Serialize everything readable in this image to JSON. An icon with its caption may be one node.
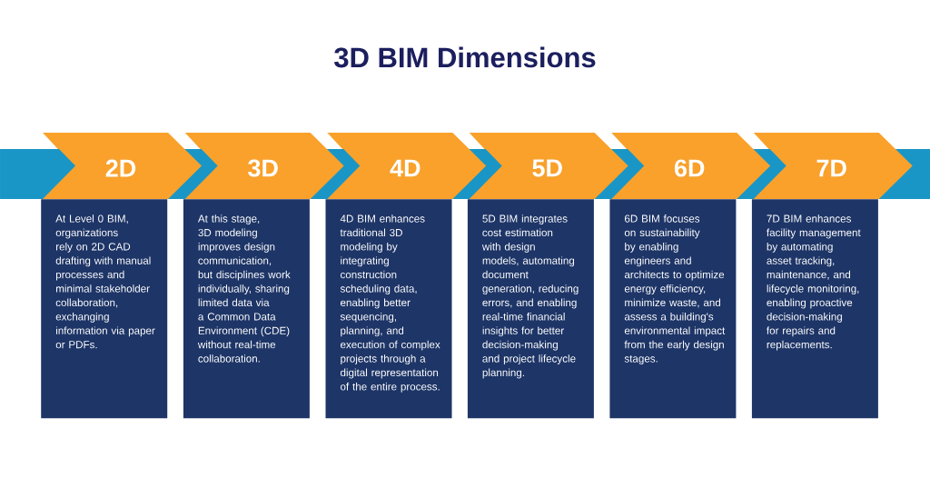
{
  "diagram": {
    "title": "3D BIM Dimensions",
    "nodes": [
      {
        "text": [
          "2D"
        ]
      },
      {
        "text": [
          "At Level 0 BIM, organizations rely on 2D CAD drafting with manual processes and minimal stakeholder collaboration, exchanging information via paper or PDFs."
        ]
      },
      {
        "text": [
          "3D"
        ]
      },
      {
        "text": [
          "At this stage, 3D modeling improves design communication, but disciplines work individually, sharing limited data via a Common Data Environment (CDE) without real-time collaboration."
        ]
      },
      {
        "text": [
          "4D"
        ]
      },
      {
        "text": [
          "4D BIM enhances traditional 3D modeling by integrating construction scheduling data, enabling better sequencing, planning, and execution of complex projects through a digital representation of the entire process."
        ]
      },
      {
        "text": [
          "5D"
        ]
      },
      {
        "text": [
          "5D BIM integrates cost estimation with design models, automating document generation, reducing errors, and enabling real-time financial insights for better decision-making and project lifecycle planning."
        ]
      },
      {
        "text": [
          "6D"
        ]
      },
      {
        "text": [
          "6D BIM focuses on sustainability by enabling engineers and architects to optimize energy efficiency, minimize waste, and assess a building's environmental impact from the early design stages."
        ]
      },
      {
        "text": [
          "7D"
        ]
      },
      {
        "text": [
          "7D BIM enhances facility management by automating asset tracking, maintenance, and lifecycle monitoring, enabling proactive decision-making for repairs and replacements."
        ]
      }
    ]
  }
}
